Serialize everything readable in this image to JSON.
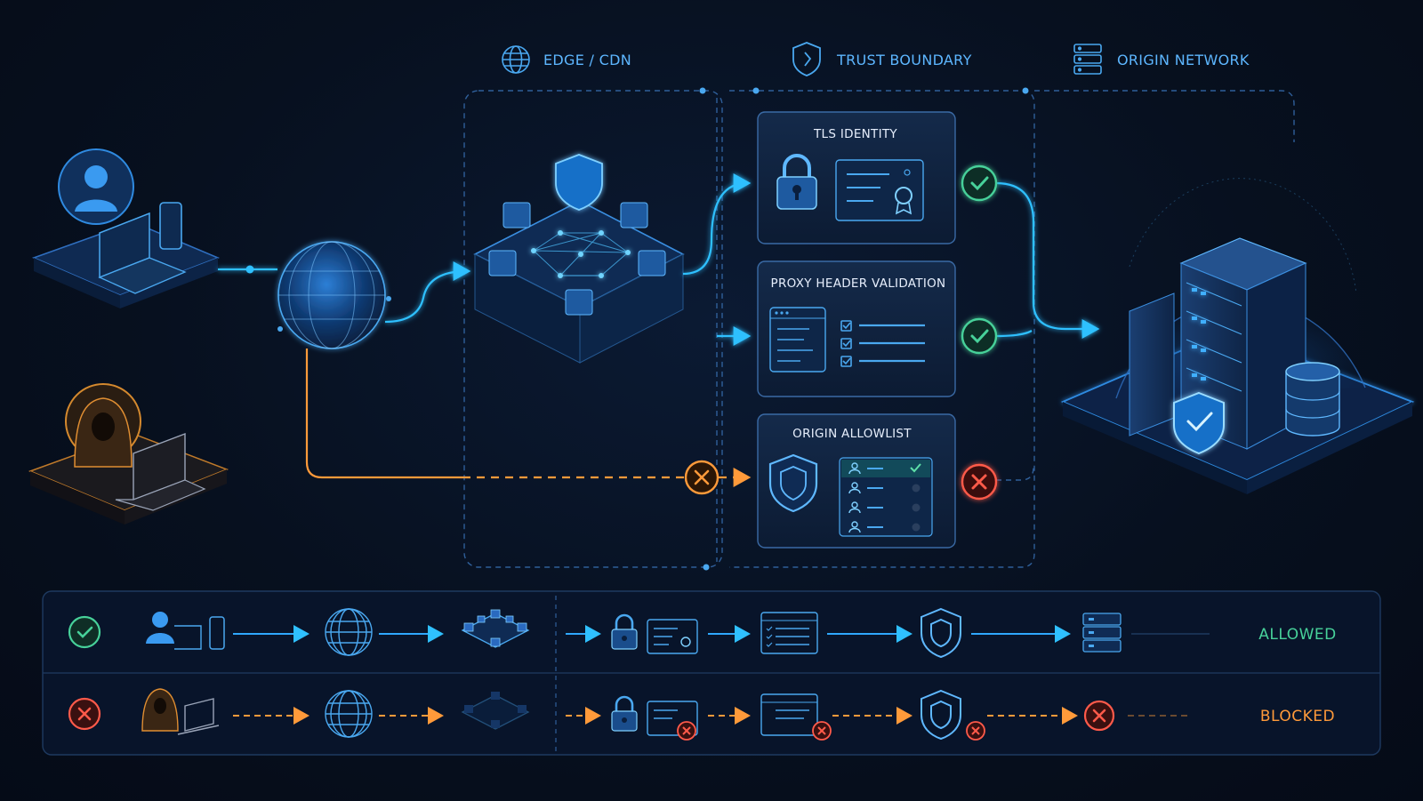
{
  "zones": {
    "edge": {
      "label": "EDGE / CDN",
      "icon": "globe-icon"
    },
    "trust": {
      "label": "TRUST BOUNDARY",
      "icon": "shield-icon"
    },
    "origin": {
      "label": "ORIGIN NETWORK",
      "icon": "server-icon"
    }
  },
  "checks": [
    {
      "title": "TLS IDENTITY",
      "result": "pass"
    },
    {
      "title": "PROXY HEADER VALIDATION",
      "result": "pass"
    },
    {
      "title": "ORIGIN ALLOWLIST",
      "result": "fail"
    }
  ],
  "legend": {
    "allowed_label": "ALLOWED",
    "blocked_label": "BLOCKED"
  },
  "colors": {
    "accent_blue": "#2fa8ff",
    "allowed_green": "#47d19a",
    "blocked_orange": "#ff9a3a",
    "fail_red": "#ff5a4a"
  }
}
